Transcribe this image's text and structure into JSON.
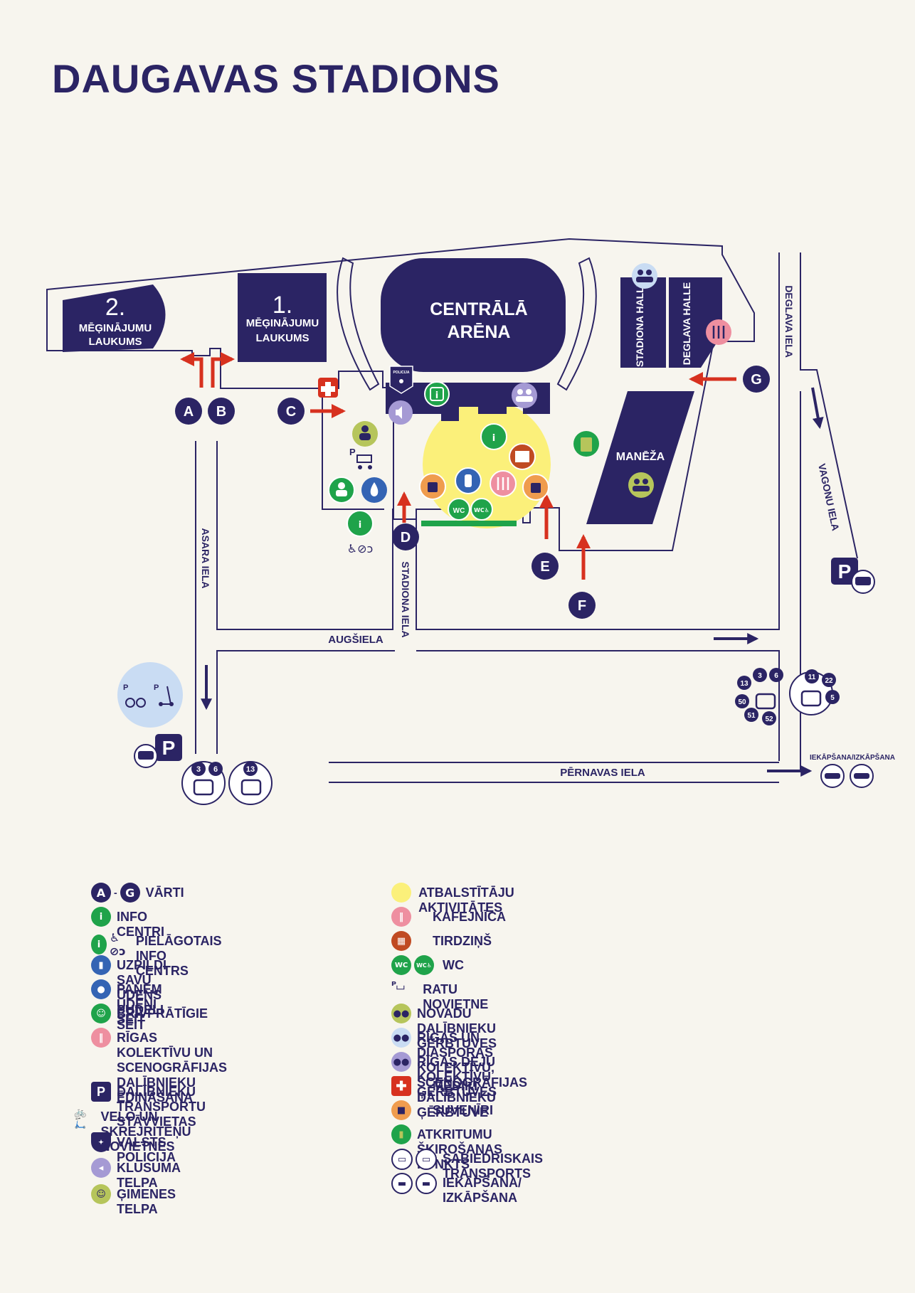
{
  "title": "DAUGAVAS STADIONS",
  "map": {
    "venues": {
      "field2_num": "2.",
      "field2_l1": "MĒĢINĀJUMU",
      "field2_l2": "LAUKUMS",
      "field1_num": "1.",
      "field1_l1": "MĒĢINĀJUMU",
      "field1_l2": "LAUKUMS",
      "arena_l1": "CENTRĀLĀ",
      "arena_l2": "ARĒNA",
      "hall1": "STADIONA HALLE",
      "hall2": "DEGLAVA HALLE",
      "maneza": "MANĒŽA",
      "police_badge": "POLICIJA"
    },
    "streets": {
      "asara": "ASARA IELA",
      "augsiela": "AUGŠIELA",
      "stadiona": "STADIONA IELA",
      "deglava": "DEGLAVA IELA",
      "vagonu": "VAGONU IELA",
      "pernavas": "PĒRNAVAS IELA"
    },
    "gates": [
      "A",
      "B",
      "C",
      "D",
      "E",
      "F",
      "G"
    ],
    "bus_routes_left": [
      "3",
      "6"
    ],
    "tram_routes_left": [
      "13"
    ],
    "bus_routes_right": [
      "13",
      "3",
      "6",
      "50",
      "51",
      "52"
    ],
    "tram_routes_right": [
      "11",
      "22",
      "5"
    ],
    "dropoff_label": "IEKĀPŠANA/IZKĀPŠANA",
    "parking_symbol": "P",
    "wc1": "WC",
    "wc2": "WC♿"
  },
  "legend": {
    "left": [
      {
        "text": "VĀRTI",
        "icon": "gates-a-g-icon"
      },
      {
        "text": "INFO CENTRI",
        "icon": "info-icon"
      },
      {
        "text": "PIELĀGOTAIS INFO CENTRS",
        "icon": "accessible-info-icon"
      },
      {
        "text": "UZPILDI SAVU ŪDENS PUDELI ŠEIT",
        "icon": "water-bottle-icon"
      },
      {
        "text": "PAŅEM ŪDENI ŠEIT",
        "icon": "water-drop-icon"
      },
      {
        "text": "BRĪVPRĀTĪGIE",
        "icon": "volunteer-icon"
      },
      {
        "text": "RĪGAS KOLEKTĪVU UN\nSCENOGRĀFIJAS DALĪBNIEKU\nĒDINĀŠANA",
        "icon": "dining-icon"
      },
      {
        "text": "DALĪBNIEKU TRANSPORTU STĀVVIETAS",
        "icon": "parking-icon"
      },
      {
        "text": "VELO UN SKREJRITEŅU NOVIETNES",
        "icon": "bike-scooter-icon"
      },
      {
        "text": "VALSTS POLICIJA",
        "icon": "police-icon"
      },
      {
        "text": "KLUSUMA TELPA",
        "icon": "quiet-room-icon"
      },
      {
        "text": "ĢIMENES TELPA",
        "icon": "family-room-icon"
      }
    ],
    "right": [
      {
        "text": "ATBALSTĪTĀJU AKTIVITĀTES",
        "icon": "supporters-area-icon"
      },
      {
        "text": "KAFEJNĪCA",
        "icon": "cafe-icon"
      },
      {
        "text": "TIRDZIŅŠ",
        "icon": "market-icon"
      },
      {
        "text": "WC",
        "icon": "wc-icon"
      },
      {
        "text": "RATU NOVIETNE",
        "icon": "stroller-icon"
      },
      {
        "text": "NOVADU DALĪBNIEKU ĢĒRBTUVES",
        "icon": "regional-changing-icon"
      },
      {
        "text": "RĪGAS UN DIASPORAS KOLEKTĪVU, SCENOGRĀFIJAS DALĪBNIEKU ĢĒRBTUVE",
        "icon": "diaspora-changing-icon"
      },
      {
        "text": "RĪGAS DEJU KOLEKTĪVU ĢĒRBTUVES",
        "icon": "dance-changing-icon"
      },
      {
        "text": "MEDIĶI",
        "icon": "medics-icon"
      },
      {
        "text": "SUVENĪRI",
        "icon": "souvenirs-icon"
      },
      {
        "text": "ATKRITUMU ŠĶIROŠANAS PUNKTS",
        "icon": "recycling-icon"
      },
      {
        "text": "SABIEDRISKAIS TRANSPORTS",
        "icon": "public-transport-icon"
      },
      {
        "text": "IEKĀPŠANA/ IZKĀPŠANA",
        "icon": "drop-off-icon"
      }
    ]
  },
  "colors": {
    "navy": "#2b2464",
    "green": "#1fa34a",
    "red": "#d7311f",
    "yellow": "#fbf07a",
    "lightblue": "#c9dcf3",
    "lavender": "#a59ad4",
    "pink": "#ee8fa0",
    "orange": "#ef9c4e",
    "olive": "#b6c55b",
    "brown": "#c04a22",
    "blue": "#3464b4"
  }
}
